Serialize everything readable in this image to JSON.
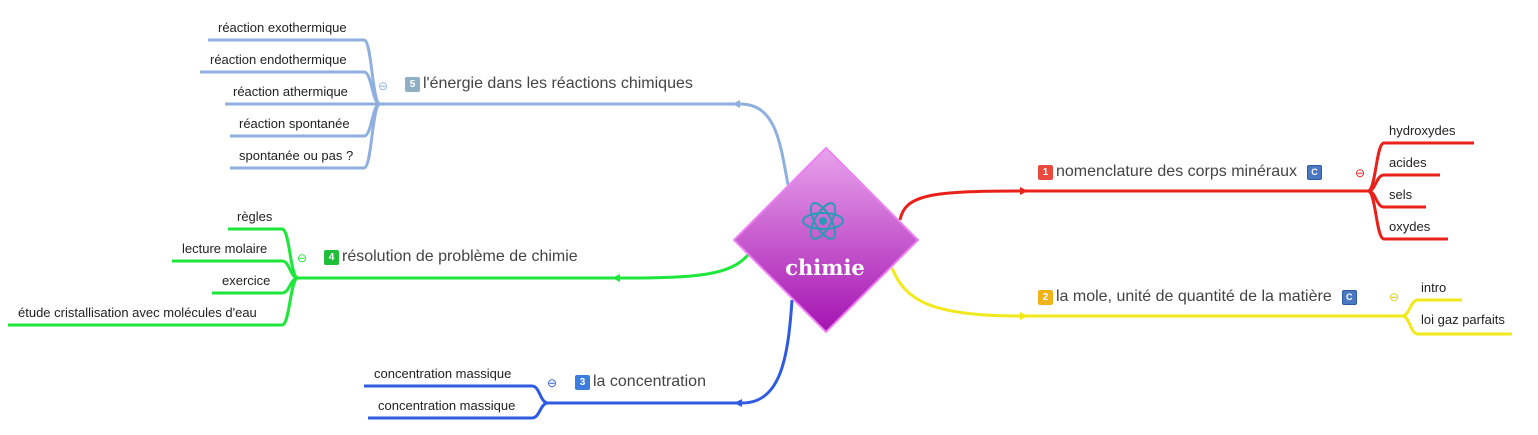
{
  "center": {
    "title": "chimie",
    "icon": "atom-icon",
    "color": "#b33cc4"
  },
  "branches": {
    "b1": {
      "number": "1",
      "title": "nomenclature des corps minéraux",
      "badge": "C",
      "collapse": "⊖",
      "color": "#e8221b",
      "children": [
        "hydroxydes",
        "acides",
        "sels",
        "oxydes"
      ]
    },
    "b2": {
      "number": "2",
      "title": "la mole, unité de quantité de la matière",
      "badge": "C",
      "collapse": "⊖",
      "color": "#f2e91a",
      "children": [
        "intro",
        "loi gaz parfaits"
      ]
    },
    "b3": {
      "number": "3",
      "title": "la concentration",
      "collapse": "⊖",
      "color": "#2e5be0",
      "children": [
        "concentration massique",
        "concentration massique"
      ]
    },
    "b4": {
      "number": "4",
      "title": "résolution de problème de chimie",
      "collapse": "⊖",
      "color": "#1ee63a",
      "children": [
        "règles",
        "lecture molaire",
        "exercice",
        "étude cristallisation avec molécules d'eau"
      ]
    },
    "b5": {
      "number": "5",
      "title": "l'énergie dans les réactions chimiques",
      "collapse": "⊖",
      "color": "#8fb0de",
      "children": [
        "réaction exothermique",
        "réaction endothermique",
        "réaction athermique",
        "réaction spontanée",
        "spontanée ou pas ?"
      ]
    }
  }
}
